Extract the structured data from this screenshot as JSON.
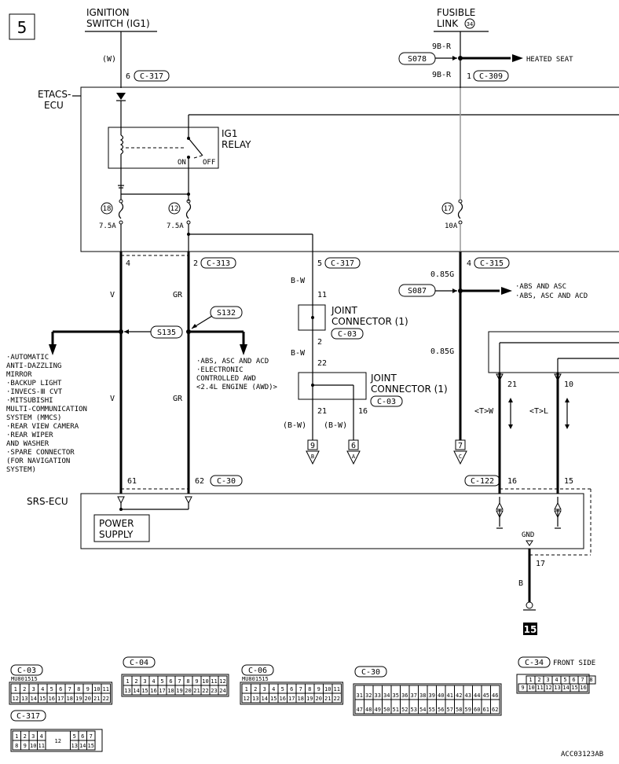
{
  "page_number": "5",
  "ignition": {
    "line1": "IGNITION",
    "line2": "SWITCH (IG1)",
    "wire_color": "(W)",
    "pin": "6",
    "connector": "C-317"
  },
  "fusible": {
    "line1": "FUSIBLE",
    "line2": "LINK",
    "num": "34",
    "wire_upper": "9B-R",
    "wire_lower": "9B-R",
    "pin": "1",
    "connector": "C-309",
    "splice": "S078",
    "dest": "HEATED SEAT"
  },
  "etacs": {
    "line1": "ETACS-",
    "line2": "ECU"
  },
  "relay": {
    "line1": "IG1",
    "line2": "RELAY",
    "on": "ON",
    "off": "OFF"
  },
  "fuses": [
    {
      "num": "18",
      "amp": "7.5A"
    },
    {
      "num": "12",
      "amp": "7.5A"
    },
    {
      "num": "17",
      "amp": "10A"
    }
  ],
  "etacs_pins": {
    "p4": "4",
    "p2": "2",
    "conn_313": "C-313",
    "p5": "5",
    "conn_317": "C-317",
    "p4b": "4",
    "conn_315": "C-315"
  },
  "wires": {
    "v": "V",
    "gr": "GR",
    "bw": "B-W",
    "bw2": "B-W",
    "g085": "0.85G",
    "g085b": "0.85G",
    "bwp1": "(B-W)",
    "bwp2": "(B-W)",
    "tw": "<T>W",
    "tl": "<T>L",
    "b": "B"
  },
  "splices": {
    "s135": "S135",
    "s132": "S132",
    "s087": "S087"
  },
  "left_dest": [
    "·AUTOMATIC",
    " ANTI-DAZZLING",
    " MIRROR",
    "·BACKUP LIGHT",
    "·INVECS-Ⅲ CVT",
    "·MITSUBISHI",
    " MULTI-COMMUNICATION",
    " SYSTEM (MMCS)",
    "·REAR VIEW CAMERA",
    "·REAR WIPER",
    " AND WASHER",
    "·SPARE CONNECTOR",
    " (FOR NAVIGATION",
    " SYSTEM)"
  ],
  "mid_dest": [
    "·ABS, ASC AND ACD",
    "·ELECTRONIC",
    " CONTROLLED AWD",
    " <2.4L ENGINE (AWD)>"
  ],
  "right_dest": [
    "·ABS AND ASC",
    "·ABS, ASC AND ACD"
  ],
  "joint1": {
    "line1": "JOINT",
    "line2": "CONNECTOR (1)",
    "connector": "C-03",
    "pin_top": "11",
    "pin_bot": "2"
  },
  "joint2": {
    "line1": "JOINT",
    "line2": "CONNECTOR (1)",
    "connector": "C-03",
    "pin_top": "22",
    "pin_a": "21",
    "pin_b": "16"
  },
  "refs": {
    "r9": "9",
    "rB": "B",
    "r6": "6",
    "rA": "A",
    "r7": "7",
    "rC": "C"
  },
  "lower_pins": {
    "p21": "21",
    "p10": "10",
    "p61": "61",
    "p62": "62",
    "c30": "C-30",
    "c122": "C-122",
    "p16": "16",
    "p15": "15",
    "p17": "17"
  },
  "srs": {
    "label": "SRS-ECU",
    "ps1": "POWER",
    "ps2": "SUPPLY",
    "gnd": "GND"
  },
  "ground_ref": "15",
  "connectors": {
    "c03": {
      "label": "C-03",
      "part": "MU801515",
      "row1": [
        "1",
        "2",
        "3",
        "4",
        "5",
        "6",
        "7",
        "8",
        "9",
        "10",
        "11"
      ],
      "row2": [
        "12",
        "13",
        "14",
        "15",
        "16",
        "17",
        "18",
        "19",
        "20",
        "21",
        "22"
      ]
    },
    "c04": {
      "label": "C-04",
      "row1": [
        "1",
        "2",
        "3",
        "4",
        "5",
        "6",
        "7",
        "8",
        "9",
        "10",
        "11",
        "12"
      ],
      "row2": [
        "13",
        "14",
        "15",
        "16",
        "17",
        "18",
        "19",
        "20",
        "21",
        "22",
        "23",
        "24"
      ]
    },
    "c06": {
      "label": "C-06",
      "part": "MU801515",
      "row1": [
        "1",
        "2",
        "3",
        "4",
        "5",
        "6",
        "7",
        "8",
        "9",
        "10",
        "11"
      ],
      "row2": [
        "12",
        "13",
        "14",
        "15",
        "16",
        "17",
        "18",
        "19",
        "20",
        "21",
        "22"
      ]
    },
    "c30": {
      "label": "C-30",
      "row1": [
        "31",
        "32",
        "33",
        "34",
        "35",
        "36",
        "37",
        "38",
        "39",
        "40",
        "41",
        "42",
        "43",
        "44",
        "45",
        "46"
      ],
      "row2": [
        "47",
        "48",
        "49",
        "50",
        "51",
        "52",
        "53",
        "54",
        "55",
        "56",
        "57",
        "58",
        "59",
        "60",
        "61",
        "62"
      ]
    },
    "c34": {
      "label": "C-34",
      "side": "FRONT SIDE",
      "row1": [
        "1",
        "2",
        "3",
        "4",
        "5",
        "6",
        "7",
        "8"
      ],
      "row2": [
        "9",
        "10",
        "11",
        "12",
        "13",
        "14",
        "15",
        "16"
      ]
    },
    "c317": {
      "label": "C-317",
      "row1": [
        "1",
        "2",
        "3",
        "4",
        "5",
        "6",
        "7"
      ],
      "row2": [
        "8",
        "9",
        "10",
        "11",
        "12",
        "13",
        "14",
        "15"
      ]
    }
  },
  "doc_id": "ACC03123AB"
}
